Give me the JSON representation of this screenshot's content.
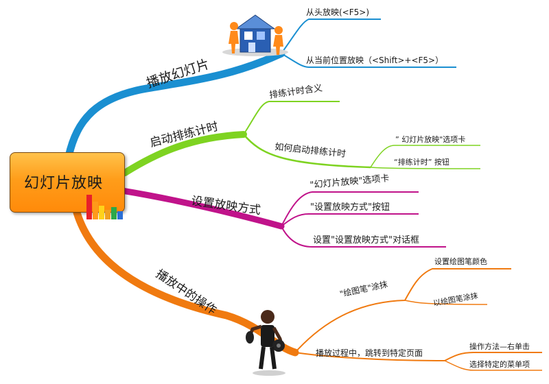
{
  "central": {
    "title": "幻灯片放映"
  },
  "branches": [
    {
      "label": "播放幻灯片",
      "color": "#1a8fd1",
      "children": [
        {
          "label": "从头放映(<F5>)"
        },
        {
          "label": "从当前位置放映（<Shift>+<F5>）"
        }
      ]
    },
    {
      "label": "启动排练计时",
      "color": "#7ed321",
      "children": [
        {
          "label": "排练计时含义"
        },
        {
          "label": "如何启动排练计时",
          "children": [
            {
              "label": "” 幻灯片放映\"选项卡"
            },
            {
              "label": "“排练计时” 按钮"
            }
          ]
        }
      ]
    },
    {
      "label": "设置放映方式",
      "color": "#c0138a",
      "children": [
        {
          "label": "\"幻灯片放映\"选项卡"
        },
        {
          "label": "\"设置放映方式\"按钮"
        },
        {
          "label": "设置\"设置放映方式\"对话框"
        }
      ]
    },
    {
      "label": "播放中的操作",
      "color": "#f07a10",
      "children": [
        {
          "label": "\"绘图笔\"涂抹",
          "children": [
            {
              "label": "设置绘图笔颜色"
            },
            {
              "label": "以绘图笔涂抹"
            }
          ]
        },
        {
          "label": "播放过程中，跳转到特定页面",
          "children": [
            {
              "label": "操作方法—右单击"
            },
            {
              "label": "选择特定的菜单项"
            }
          ]
        }
      ]
    }
  ],
  "icons": [
    "people-house-clipart-icon",
    "weightlifter-clipart-icon",
    "bar-chart-icon"
  ]
}
